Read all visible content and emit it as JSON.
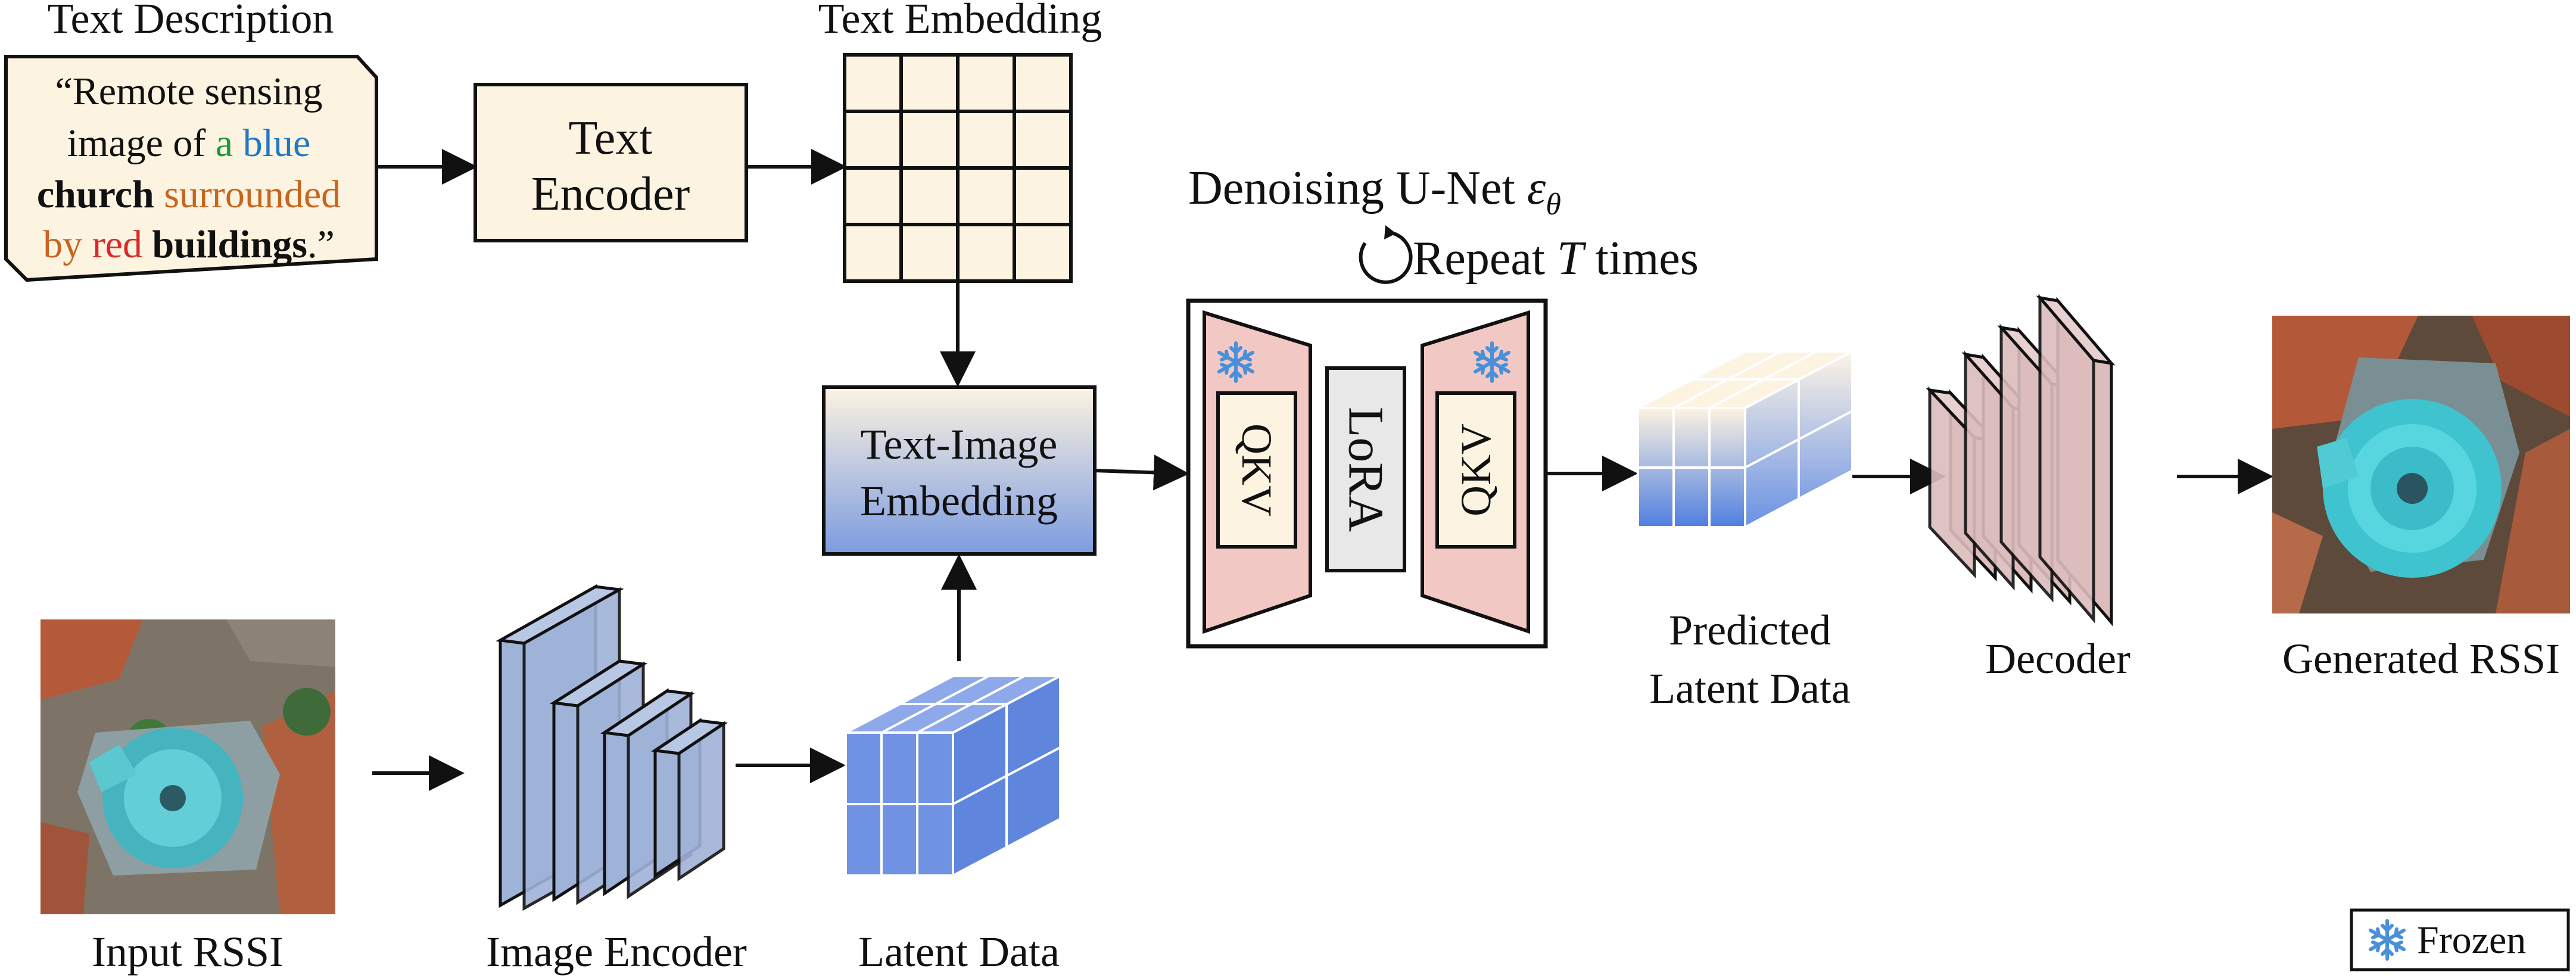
{
  "colors": {
    "cream": "#fdf3e1",
    "latent_blue": "#5b84d8",
    "encoder_blue": "#9fb2d8",
    "decoder_pink": "#dcbcbc",
    "unet_pink": "#f2c8c4",
    "lora_gray": "#e8e8e8",
    "snowflake": "#4a90d9",
    "green_word": "#1a9a3a",
    "blue_word": "#1f78c8",
    "orange_word": "#c8641e",
    "red_word": "#d82a2a"
  },
  "text_description": {
    "title": "Text Description",
    "line1": "“Remote sensing",
    "line2_a": "image of ",
    "line2_b": "a",
    "line2_c": " ",
    "line2_d": "blue",
    "line3_a": "church",
    "line3_b": " surrounded",
    "line4_a": "by ",
    "line4_b": "red",
    "line4_c": " ",
    "line4_d": "buildings",
    "line4_e": ".”"
  },
  "text_encoder": {
    "line1": "Text",
    "line2": "Encoder"
  },
  "text_embedding": {
    "title": "Text Embedding"
  },
  "text_image_embedding": {
    "line1": "Text-Image",
    "line2": "Embedding"
  },
  "unet": {
    "title_prefix": "Denoising U-Net ",
    "title_symbol": "ε",
    "title_sub": "θ",
    "repeat_prefix": "Repeat ",
    "repeat_var": "T",
    "repeat_suffix": " times",
    "qkv_left": "QKV",
    "lora": "LoRA",
    "qkv_right": "QKV"
  },
  "predicted_latent": {
    "line1": "Predicted",
    "line2": "Latent Data"
  },
  "decoder": {
    "label": "Decoder"
  },
  "generated": {
    "label": "Generated RSSI"
  },
  "input": {
    "label": "Input RSSI"
  },
  "image_encoder": {
    "label": "Image Encoder"
  },
  "latent_data": {
    "label": "Latent Data"
  },
  "legend": {
    "frozen": "Frozen"
  }
}
